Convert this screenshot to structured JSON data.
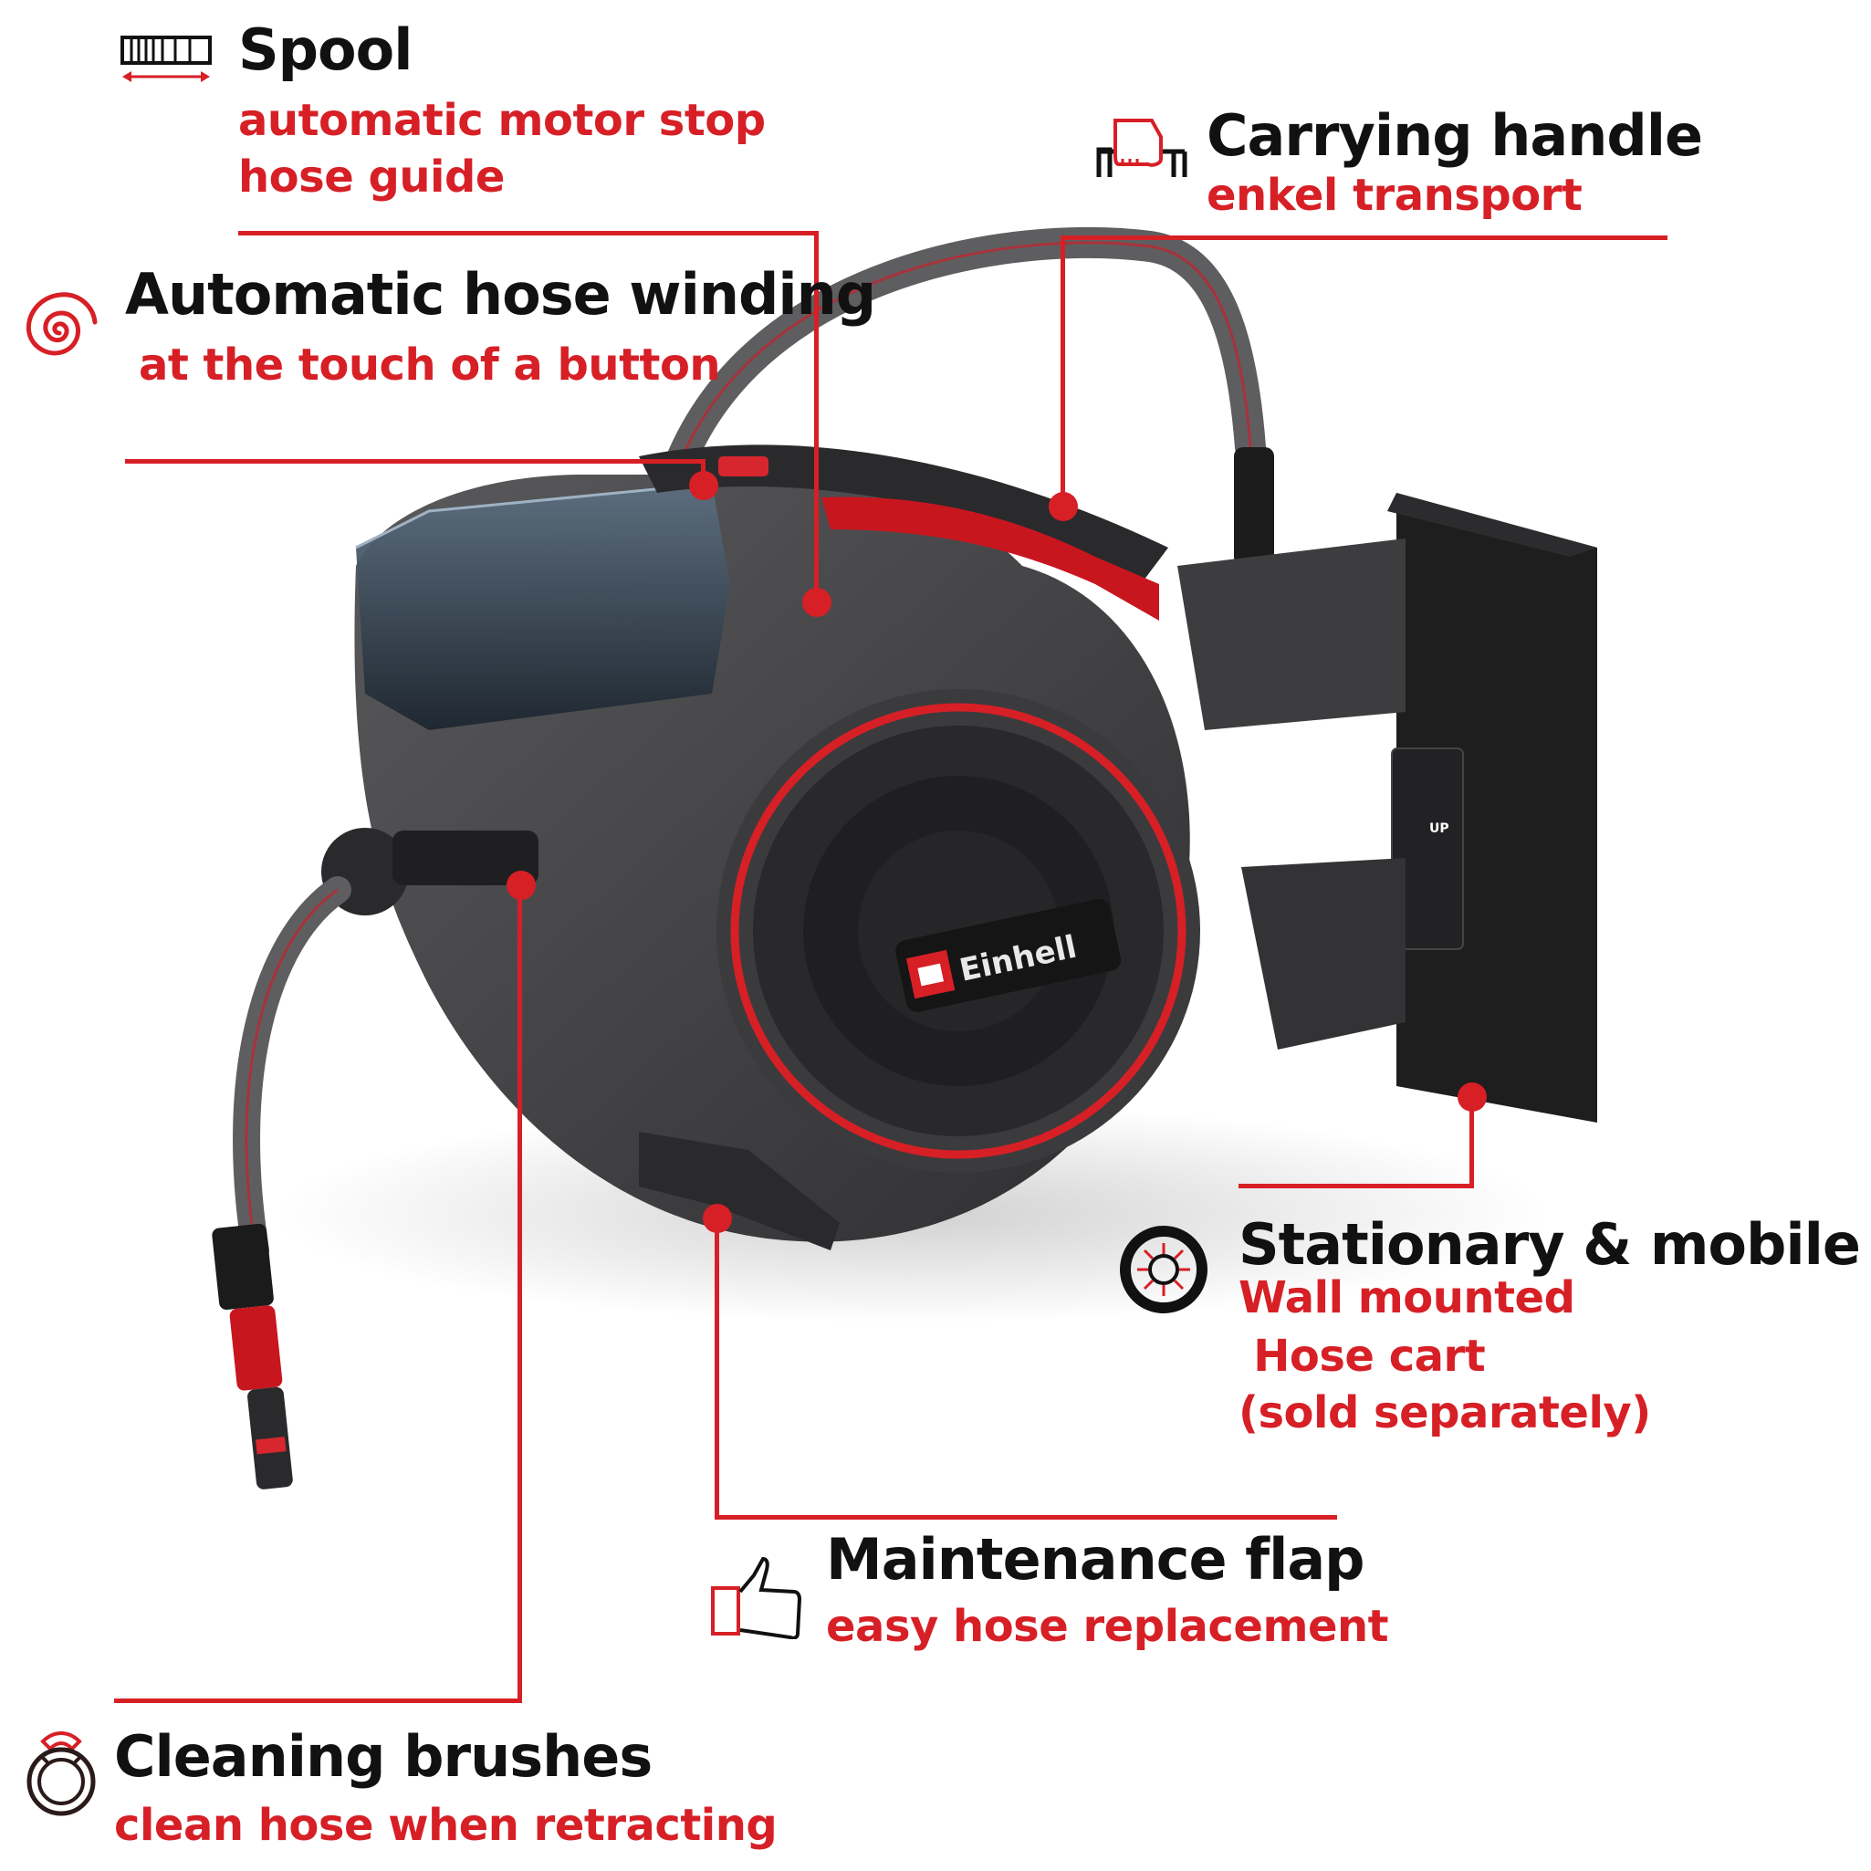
{
  "colors": {
    "accent": "#d71f26",
    "text": "#111111",
    "body_dark": "#3a3a3c",
    "background": "#ffffff"
  },
  "product": {
    "brand_logo": "Einhell",
    "label_text": "UP"
  },
  "features": [
    {
      "id": "spool",
      "icon": "spool-icon",
      "title": "Spool",
      "lines": [
        "automatic motor stop",
        "hose guide"
      ]
    },
    {
      "id": "winding",
      "icon": "spiral-icon",
      "title": "Automatic hose winding",
      "lines": [
        "at the touch of a button"
      ]
    },
    {
      "id": "handle",
      "icon": "carrying-hand-icon",
      "title": "Carrying handle",
      "lines": [
        "enkel transport"
      ]
    },
    {
      "id": "stationary",
      "icon": "wheel-icon",
      "title": "Stationary & mobile",
      "lines": [
        "Wall mounted",
        " Hose cart",
        "(sold separately)"
      ]
    },
    {
      "id": "maintenance",
      "icon": "thumbs-up-icon",
      "title": "Maintenance flap",
      "lines": [
        "easy hose replacement"
      ]
    },
    {
      "id": "brushes",
      "icon": "brush-ring-icon",
      "title": "Cleaning brushes",
      "lines": [
        "clean hose when retracting"
      ]
    }
  ]
}
